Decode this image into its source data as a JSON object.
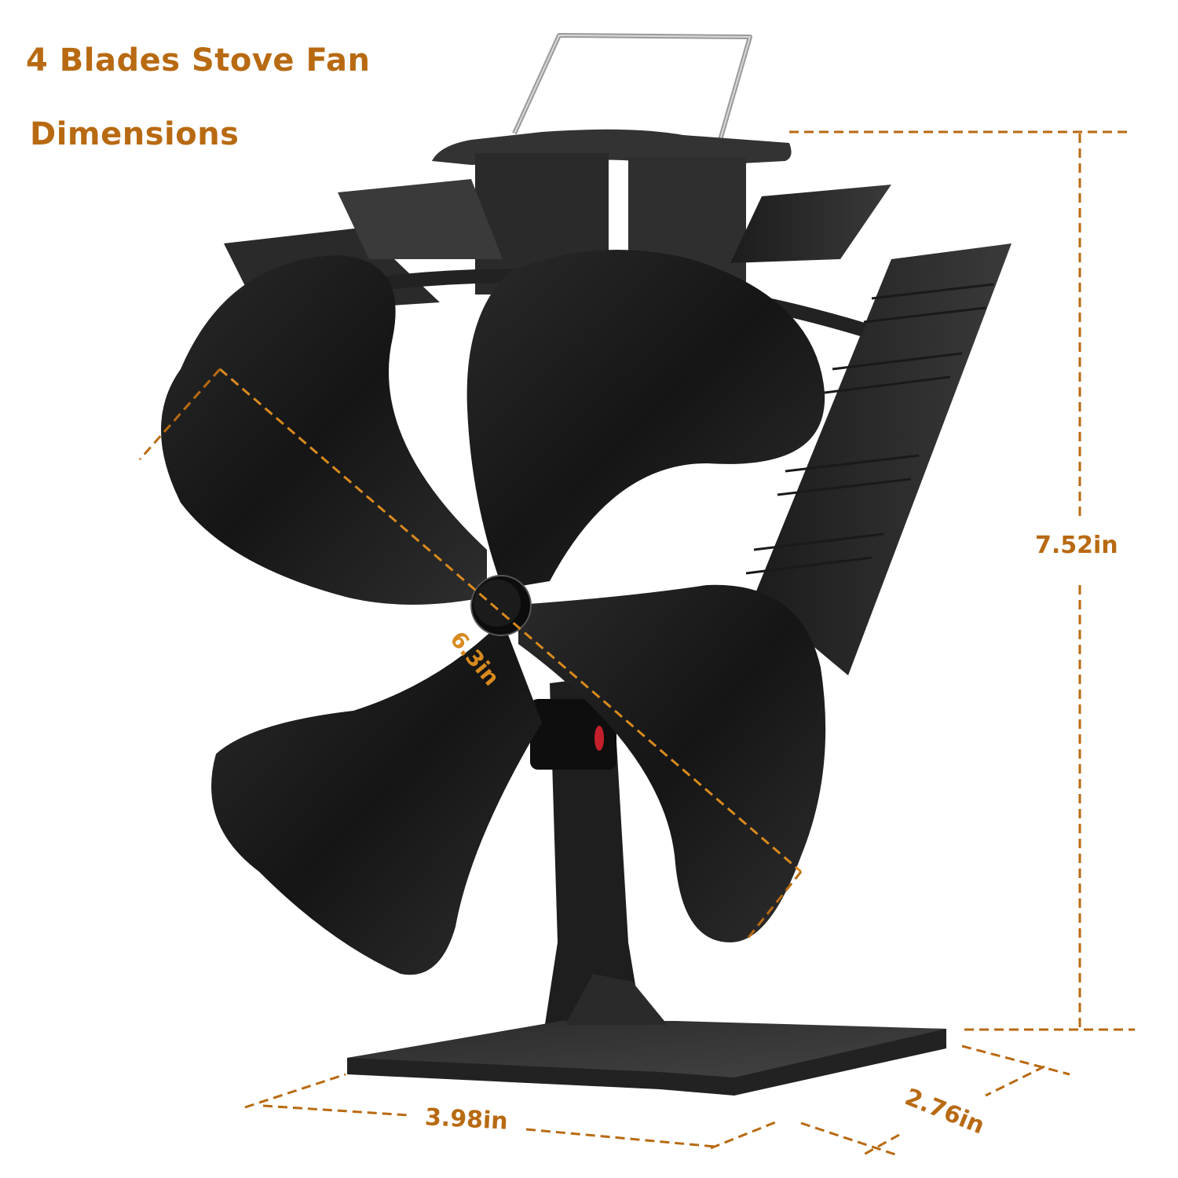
{
  "title": {
    "line1": "4 Blades Stove Fan",
    "line2": "Dimensions"
  },
  "product": {
    "blade_count": 4,
    "color": "#1a1a1a"
  },
  "dimensions": {
    "height": "7.52in",
    "blade_diameter": "6.3in",
    "base_width": "3.98in",
    "base_depth": "2.76in"
  },
  "colors": {
    "accent": "#b86a12",
    "diagonal_line": "#d98a1e",
    "background": "#ffffff"
  }
}
